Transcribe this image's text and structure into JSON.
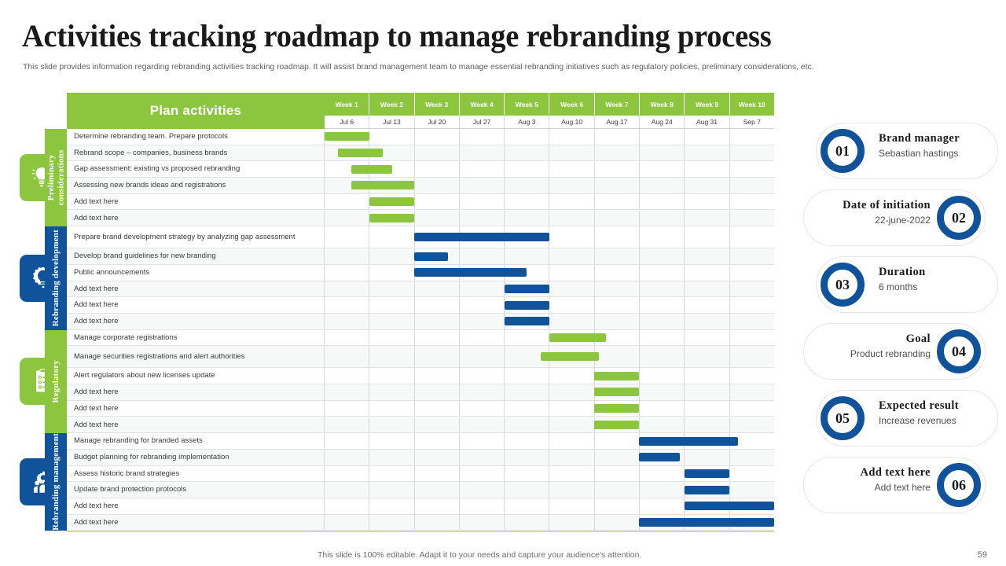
{
  "slide": {
    "title": "Activities tracking roadmap to manage rebranding process",
    "subtitle": "This slide provides information regarding rebranding activities tracking roadmap. It will assist brand management team to manage essential rebranding initiatives such as regulatory policies, preliminary considerations, etc.",
    "footer_note": "This slide is 100% editable. Adapt it to your needs and capture your audience's attention.",
    "page_number": "59"
  },
  "colors": {
    "green": "#8cc63e",
    "blue": "#11539b",
    "header_green": "#8cc63e",
    "row_alt": "#f7f9f9",
    "grid": "#d8d8d8"
  },
  "table": {
    "plan_header": "Plan activities",
    "weeks": [
      "Week 1",
      "Week 2",
      "Week 3",
      "Week 4",
      "Week 5",
      "Week 6",
      "Week 7",
      "Week 8",
      "Week 9",
      "Week 10"
    ],
    "dates": [
      "Jul 6",
      "Jul 13",
      "Jul 20",
      "Jul 27",
      "Aug 3",
      "Aug 10",
      "Aug 17",
      "Aug 24",
      "Aug 31",
      "Sep 7"
    ]
  },
  "chart_data": {
    "type": "bar",
    "title": "Activities tracking roadmap to manage rebranding process",
    "xlabel": "Week",
    "ylabel": "Activity",
    "categories": [
      "Week 1",
      "Week 2",
      "Week 3",
      "Week 4",
      "Week 5",
      "Week 6",
      "Week 7",
      "Week 8",
      "Week 9",
      "Week 10"
    ],
    "x_tick_dates": [
      "Jul 6",
      "Jul 13",
      "Jul 20",
      "Jul 27",
      "Aug 3",
      "Aug 10",
      "Aug 17",
      "Aug 24",
      "Aug 31",
      "Sep 7"
    ],
    "grid": true,
    "legend": "none",
    "sections": [
      {
        "name": "Preliminary considerations",
        "icon": "lightbulb-gear-icon",
        "color": "#8cc63e",
        "tile_color": "#8cc63e",
        "tasks": [
          {
            "label": "Determine rebranding team. Prepare protocols",
            "start_week": 1.0,
            "end_week": 2.0,
            "color": "#8cc63e"
          },
          {
            "label": "Rebrand scope – companies, business brands",
            "start_week": 1.3,
            "end_week": 2.3,
            "color": "#8cc63e"
          },
          {
            "label": "Gap assessment: existing vs proposed rebranding",
            "start_week": 1.6,
            "end_week": 2.5,
            "color": "#8cc63e"
          },
          {
            "label": "Assessing new brands ideas and registrations",
            "start_week": 1.6,
            "end_week": 3.0,
            "color": "#8cc63e"
          },
          {
            "label": "Add text here",
            "start_week": 2.0,
            "end_week": 3.0,
            "color": "#8cc63e"
          },
          {
            "label": "Add text here",
            "start_week": 2.0,
            "end_week": 3.0,
            "color": "#8cc63e"
          }
        ]
      },
      {
        "name": "Rebranding development",
        "icon": "gear-brain-bulb-icon",
        "color": "#11539b",
        "tile_color": "#11539b",
        "tasks": [
          {
            "label": "Prepare brand development strategy by analyzing gap assessment",
            "start_week": 3.0,
            "end_week": 6.0,
            "color": "#11539b"
          },
          {
            "label": "Develop brand guidelines for new branding",
            "start_week": 3.0,
            "end_week": 3.75,
            "color": "#11539b"
          },
          {
            "label": "Public announcements",
            "start_week": 3.0,
            "end_week": 5.5,
            "color": "#11539b"
          },
          {
            "label": "Add text here",
            "start_week": 5.0,
            "end_week": 6.0,
            "color": "#11539b"
          },
          {
            "label": "Add text here",
            "start_week": 5.0,
            "end_week": 6.0,
            "color": "#11539b"
          },
          {
            "label": "Add text here",
            "start_week": 5.0,
            "end_week": 6.0,
            "color": "#11539b"
          }
        ]
      },
      {
        "name": "Regulatory",
        "icon": "checklist-icon",
        "color": "#8cc63e",
        "tile_color": "#8cc63e",
        "tasks": [
          {
            "label": "Manage corporate registrations",
            "start_week": 6.0,
            "end_week": 7.25,
            "color": "#8cc63e"
          },
          {
            "label": "Manage securities registrations and alert authorities",
            "start_week": 5.8,
            "end_week": 7.1,
            "color": "#8cc63e"
          },
          {
            "label": "Alert regulators about new licenses update",
            "start_week": 7.0,
            "end_week": 8.0,
            "color": "#8cc63e"
          },
          {
            "label": "Add text here",
            "start_week": 7.0,
            "end_week": 8.0,
            "color": "#8cc63e"
          },
          {
            "label": "Add text here",
            "start_week": 7.0,
            "end_week": 8.0,
            "color": "#8cc63e"
          },
          {
            "label": "Add text here",
            "start_week": 7.0,
            "end_week": 8.0,
            "color": "#8cc63e"
          }
        ]
      },
      {
        "name": "Rebranding management",
        "icon": "team-gear-icon",
        "color": "#11539b",
        "tile_color": "#11539b",
        "tasks": [
          {
            "label": "Manage rebranding for branded assets",
            "start_week": 8.0,
            "end_week": 10.2,
            "color": "#11539b"
          },
          {
            "label": "Budget planning for rebranding implementation",
            "start_week": 8.0,
            "end_week": 8.9,
            "color": "#11539b"
          },
          {
            "label": "Assess historic brand strategies",
            "start_week": 9.0,
            "end_week": 10.0,
            "color": "#11539b"
          },
          {
            "label": "Update brand protection protocols",
            "start_week": 9.0,
            "end_week": 10.0,
            "color": "#11539b"
          },
          {
            "label": "Add text here",
            "start_week": 9.0,
            "end_week": 11.0,
            "color": "#11539b"
          },
          {
            "label": "Add text here",
            "start_week": 8.0,
            "end_week": 11.0,
            "color": "#11539b"
          }
        ]
      }
    ]
  },
  "info_list": [
    {
      "number": "01",
      "title": "Brand manager",
      "subtitle": "Sebastian hastings",
      "align": "left"
    },
    {
      "number": "02",
      "title": "Date of initiation",
      "subtitle": "22-june-2022",
      "align": "right"
    },
    {
      "number": "03",
      "title": "Duration",
      "subtitle": "6 months",
      "align": "left"
    },
    {
      "number": "04",
      "title": "Goal",
      "subtitle": "Product rebranding",
      "align": "right"
    },
    {
      "number": "05",
      "title": "Expected result",
      "subtitle": "Increase revenues",
      "align": "left"
    },
    {
      "number": "06",
      "title": "Add text here",
      "subtitle": "Add text here",
      "align": "right"
    }
  ]
}
